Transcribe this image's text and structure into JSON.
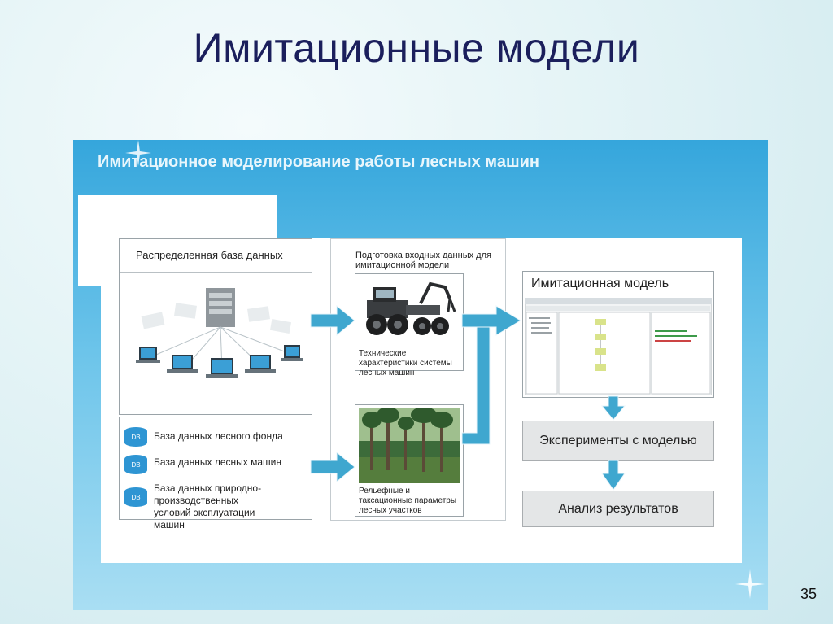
{
  "slide": {
    "title": "Имитационные модели",
    "page_number": "35"
  },
  "panel": {
    "heading": "Имитационное моделирование работы лесных машин"
  },
  "left_column": {
    "top_label": "Распределенная база данных",
    "db_icon_text": "DB",
    "databases": [
      "База данных лесного фонда",
      "База данных лесных машин",
      "База данных природно-производственных условий эксплуатации машин"
    ]
  },
  "middle_column": {
    "header": "Подготовка входных данных для имитационной модели",
    "machine_caption": "Технические характеристики системы лесных машин",
    "forest_caption": "Рельефные и таксационные параметры лесных участков"
  },
  "right_column": {
    "model_title": "Имитационная модель",
    "experiments_label": "Эксперименты с моделью",
    "analysis_label": "Анализ результатов"
  },
  "colors": {
    "title": "#1b1f5c",
    "panel_blue": "#35a6dc",
    "arrow": "#3fa7cf",
    "db_icon": "#2e95d3"
  }
}
